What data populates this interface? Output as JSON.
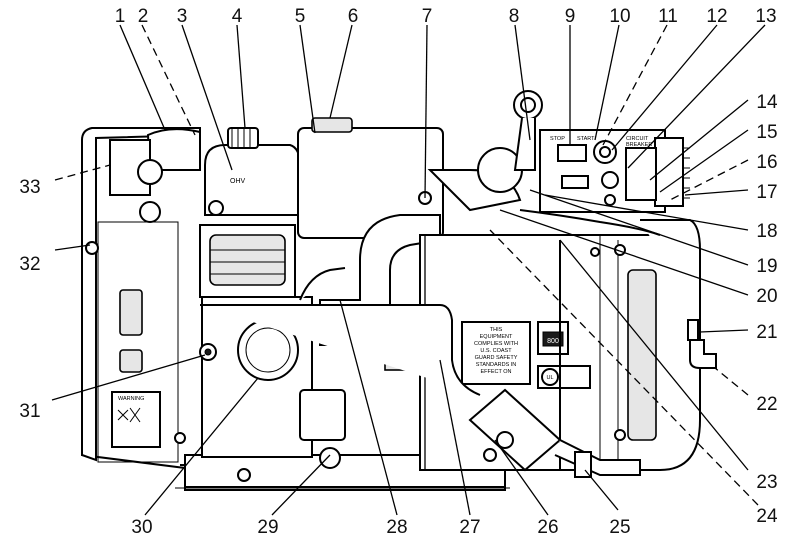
{
  "callouts": {
    "top": [
      "1",
      "2",
      "3",
      "4",
      "5",
      "6",
      "7",
      "8",
      "9",
      "10",
      "11",
      "12",
      "13"
    ],
    "right": [
      "14",
      "15",
      "16",
      "17",
      "18",
      "19",
      "20",
      "21",
      "22",
      "23",
      "24"
    ],
    "bottom": [
      "25",
      "26",
      "27",
      "28",
      "29",
      "30"
    ],
    "left": [
      "31",
      "32",
      "33"
    ]
  },
  "device_text": {
    "stop": "STOP",
    "start": "START",
    "circuit": "CIRCUIT",
    "breaker": "BREAKER",
    "ohv": "OHV",
    "coast_guard_label": [
      "THIS",
      "EQUIPMENT",
      "COMPLIES WITH",
      "U.S. COAST",
      "GUARD SAFETY",
      "STANDARDS IN",
      "EFFECT ON"
    ],
    "kw_rating": "800",
    "warning": "WARNING",
    "ul_mark": "UL"
  }
}
